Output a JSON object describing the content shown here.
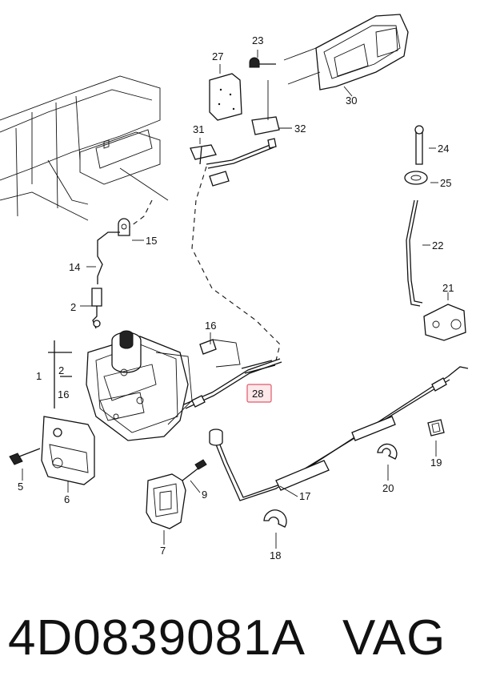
{
  "callouts": {
    "c1": "1",
    "c2": "2",
    "c2b": "2",
    "c5": "5",
    "c6": "6",
    "c7": "7",
    "c9": "9",
    "c14": "14",
    "c15": "15",
    "c16": "16",
    "c16b": "16",
    "c17": "17",
    "c18": "18",
    "c19": "19",
    "c20": "20",
    "c21": "21",
    "c22": "22",
    "c23": "23",
    "c24": "24",
    "c25": "25",
    "c27": "27",
    "c28": "28",
    "c30": "30",
    "c31": "31",
    "c32": "32"
  },
  "highlighted_callout": "28",
  "colors": {
    "highlight_fill": "#fde8ea",
    "highlight_border": "#e05a6a",
    "line": "#111111"
  },
  "footer": {
    "part_number": "4D0839081A",
    "brand": "VAG"
  }
}
